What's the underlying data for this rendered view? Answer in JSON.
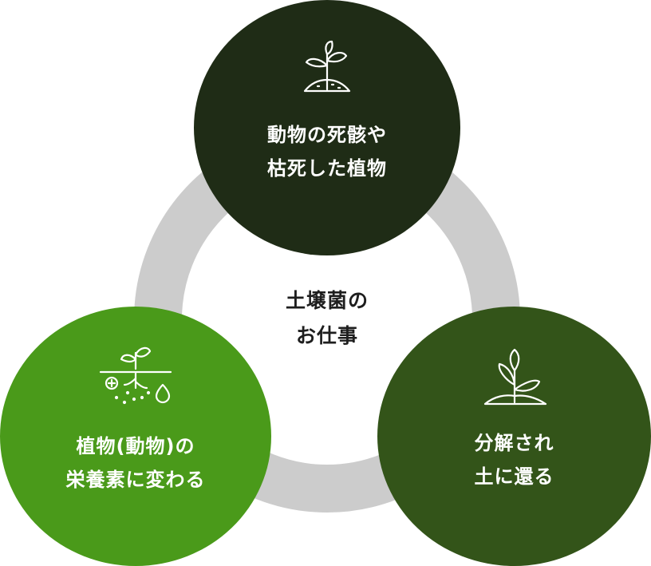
{
  "center": {
    "line1": "土壌菌の",
    "line2": "お仕事"
  },
  "nodes": [
    {
      "id": "top",
      "line1": "動物の死骸や",
      "line2": "枯死した植物",
      "color": "#1f2c16",
      "icon": "sprout-in-soil-icon"
    },
    {
      "id": "left",
      "line1": "植物(動物)の",
      "line2": "栄養素に変わる",
      "color": "#4a9a1a",
      "icon": "roots-nutrients-icon"
    },
    {
      "id": "right",
      "line1": "分解され",
      "line2": "土に還る",
      "color": "#335419",
      "icon": "seedling-icon"
    }
  ],
  "colors": {
    "ring": "#cccccc",
    "text_dark": "#1e1e1e",
    "text_light": "#ffffff"
  }
}
